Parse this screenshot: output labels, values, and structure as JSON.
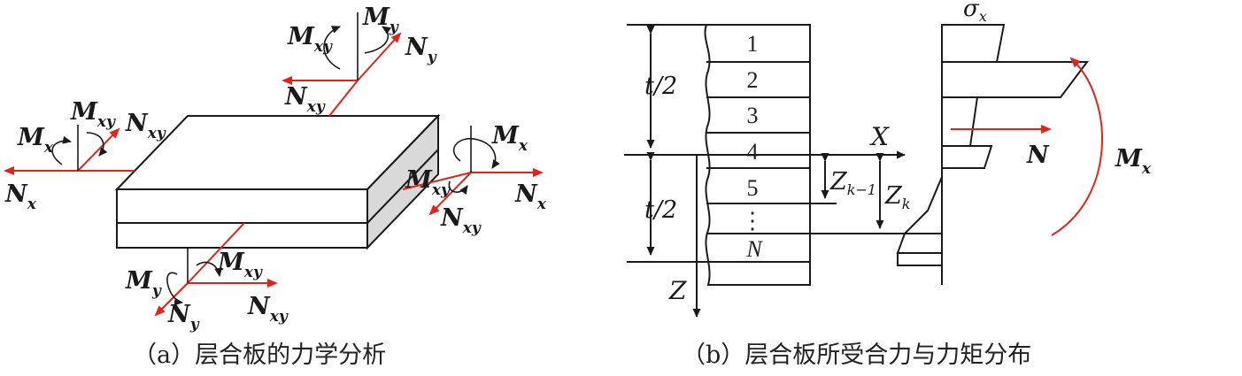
{
  "colors": {
    "force": "#e2231a",
    "line": "#1a1a1a",
    "side_face": "#d9d9d9"
  },
  "figure_a": {
    "caption": "（a）层合板的力学分析",
    "labels": {
      "Mxy_top": {
        "main": "M",
        "sub": "xy"
      },
      "My_top": {
        "main": "M",
        "sub": "y"
      },
      "Ny_top": {
        "main": "N",
        "sub": "y"
      },
      "Nxy_top": {
        "main": "N",
        "sub": "xy"
      },
      "Mxy_left": {
        "main": "M",
        "sub": "xy"
      },
      "Nxy_left": {
        "main": "N",
        "sub": "xy"
      },
      "Mx_left": {
        "main": "M",
        "sub": "x"
      },
      "Nx_left": {
        "main": "N",
        "sub": "x"
      },
      "Mx_right": {
        "main": "M",
        "sub": "x"
      },
      "Mxy_right": {
        "main": "M",
        "sub": "xy"
      },
      "Nx_right": {
        "main": "N",
        "sub": "x"
      },
      "Nxy_right": {
        "main": "N",
        "sub": "xy"
      },
      "My_bottom": {
        "main": "M",
        "sub": "y"
      },
      "Mxy_bottom": {
        "main": "M",
        "sub": "xy"
      },
      "Ny_bottom": {
        "main": "N",
        "sub": "y"
      },
      "Nxy_bottom": {
        "main": "N",
        "sub": "xy"
      }
    }
  },
  "figure_b": {
    "caption": "（b）层合板所受合力与力矩分布",
    "half_thickness_label": "t/2",
    "layers": [
      "1",
      "2",
      "3",
      "4",
      "5",
      "⋮",
      "N"
    ],
    "axis_x": "X",
    "axis_z": "Z",
    "zk_minus_1": {
      "main": "Z",
      "sub": "k−1"
    },
    "zk": {
      "main": "Z",
      "sub": "k"
    },
    "stress": {
      "main": "σ",
      "sub": "x"
    },
    "resultant_force": "N",
    "resultant_moment": {
      "main": "M",
      "sub": "x"
    }
  }
}
